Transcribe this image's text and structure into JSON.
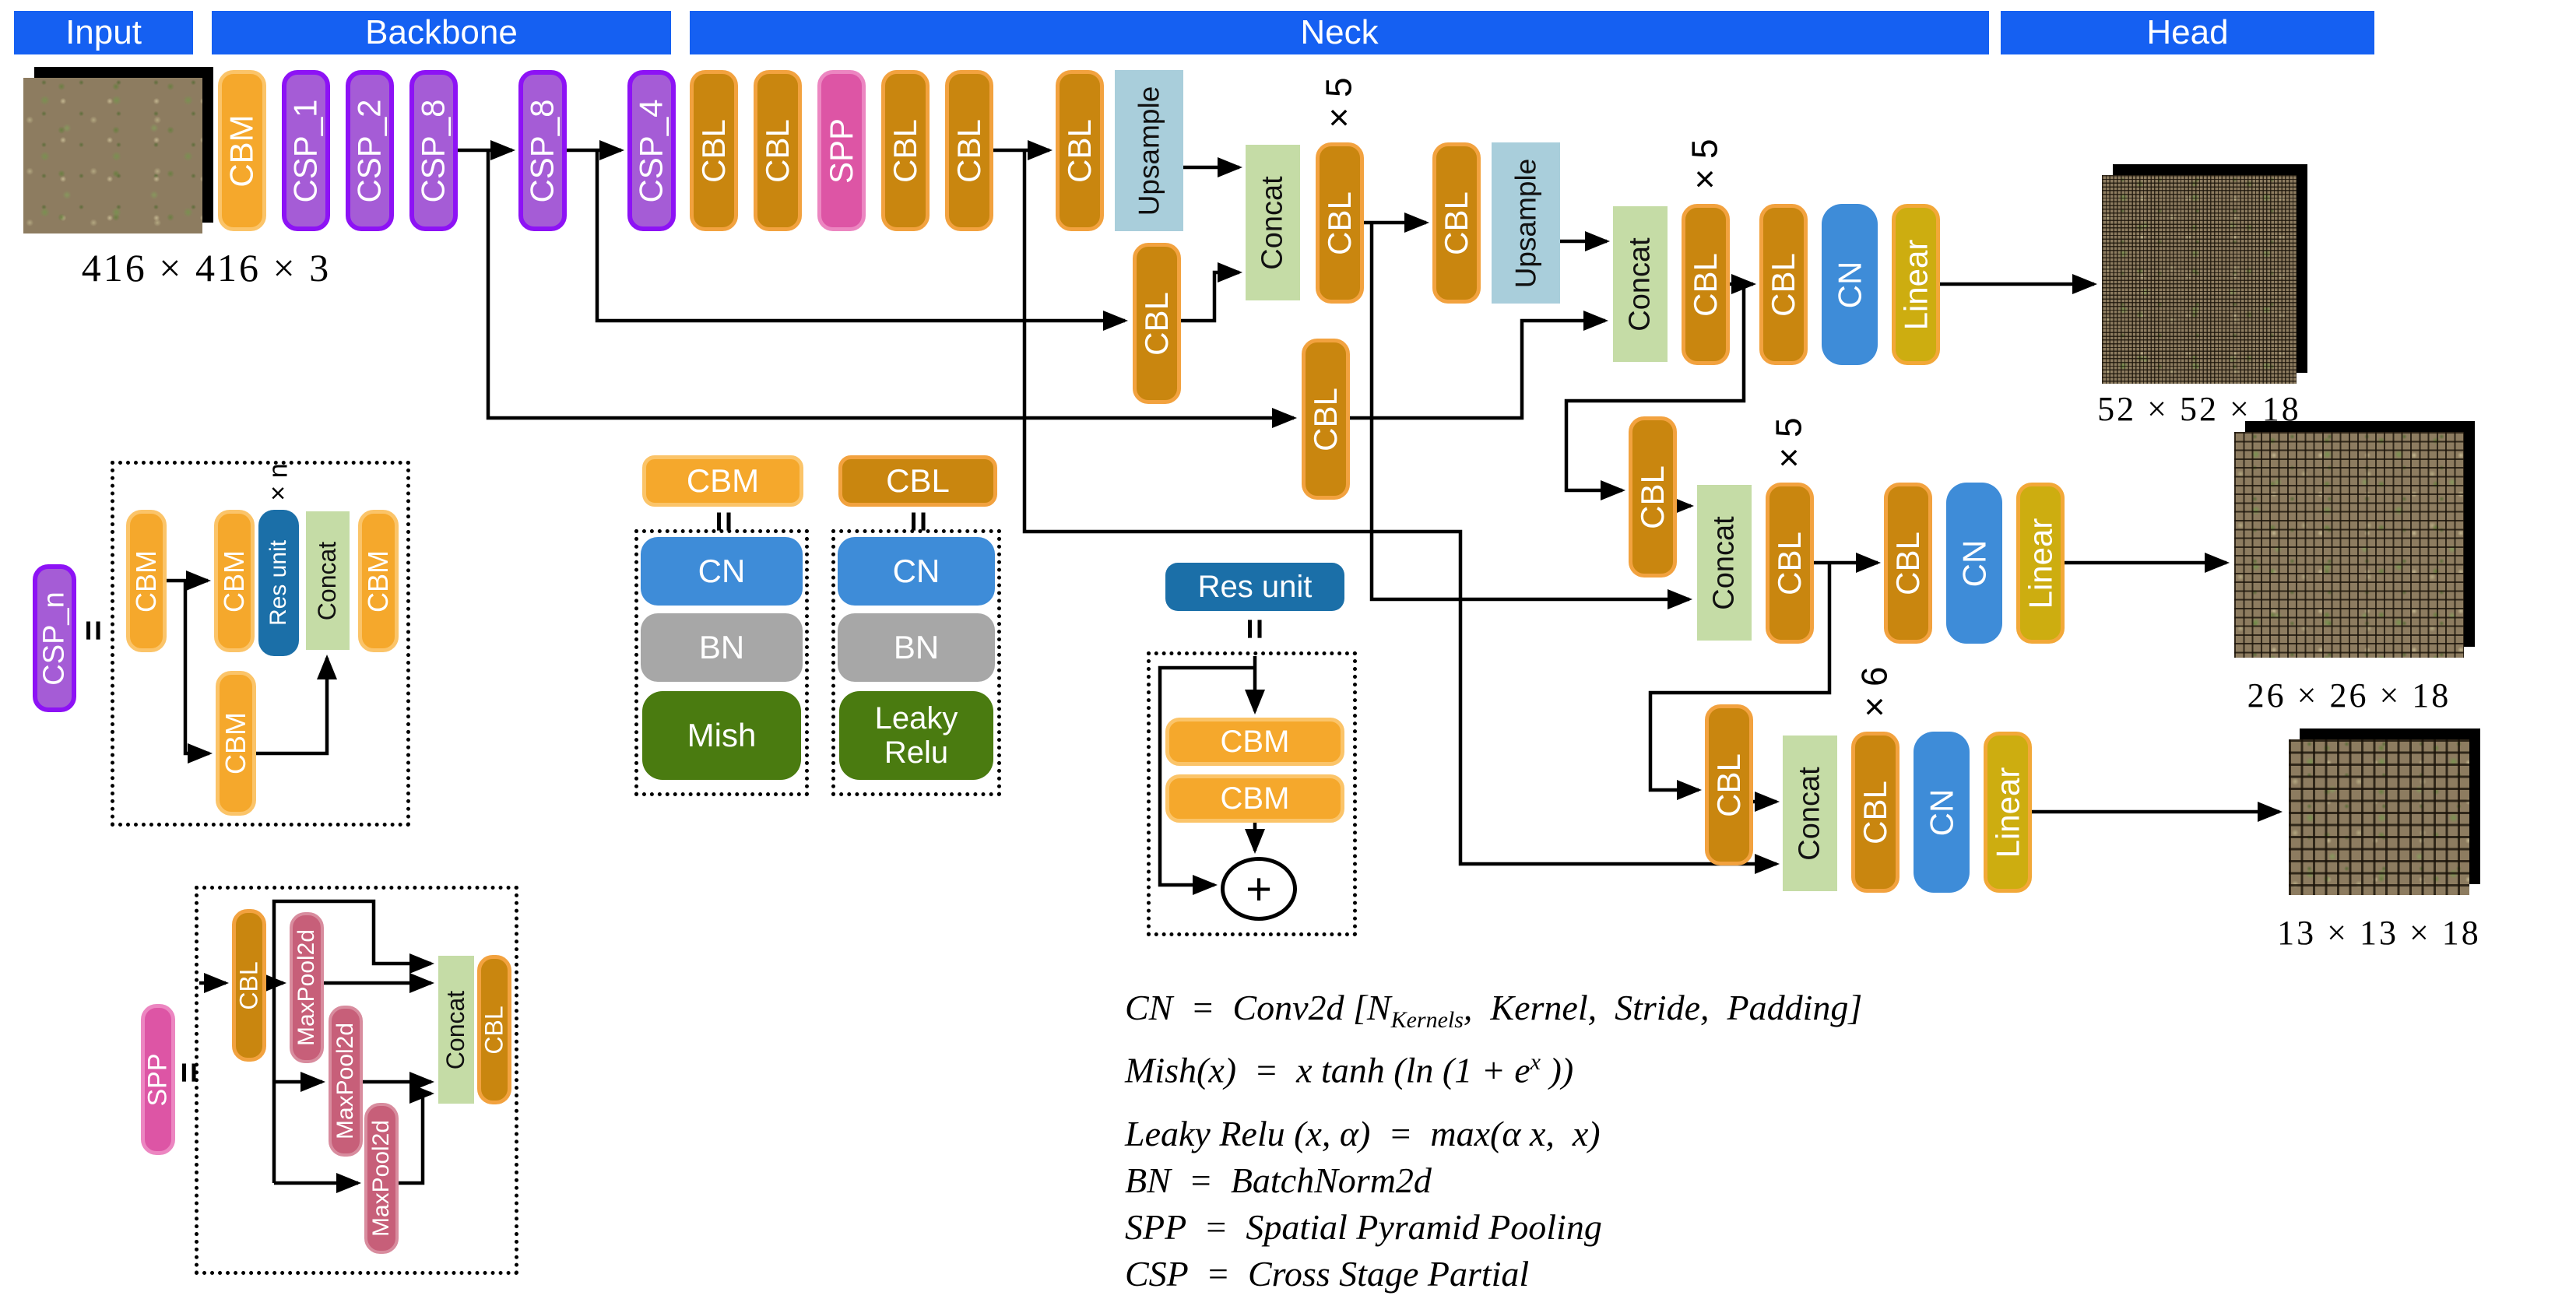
{
  "headers": {
    "input": "Input",
    "backbone": "Backbone",
    "neck": "Neck",
    "head": "Head"
  },
  "blocks": {
    "cbm": "CBM",
    "cbl": "CBL",
    "csp_1": "CSP_1",
    "csp_2": "CSP_2",
    "csp_8": "CSP_8",
    "csp_4": "CSP_4",
    "csp_n": "CSP_n",
    "spp": "SPP",
    "upsample": "Upsample",
    "concat": "Concat",
    "cn": "CN",
    "linear": "Linear",
    "res_unit": "Res unit",
    "maxpool2d": "MaxPool2d",
    "bn": "BN",
    "mish": "Mish",
    "leaky_relu": "Leaky Relu"
  },
  "multipliers": {
    "x5": "× 5",
    "x6": "× 6",
    "xn": "× n"
  },
  "symbols": {
    "equals": "=",
    "plus": "+"
  },
  "captions": {
    "input_size": "416 × 416 × 3",
    "out_52": "52 × 52 × 18",
    "out_26": "26 × 26 × 18",
    "out_13": "13 × 13 × 18"
  },
  "formulas": {
    "cn_pre": "CN  =  Conv2d [N",
    "cn_sub": "Kernels",
    "cn_post": ",  Kernel,  Stride,  Padding]",
    "mish_pre": "Mish(x)  =  x tanh (ln (1 + e",
    "mish_sup": "x",
    "mish_post": " ))",
    "leaky_relu": "Leaky Relu (x, α)  =  max(α x,  x)",
    "bn": "BN  =  BatchNorm2d",
    "spp": "SPP  =  Spatial Pyramid Pooling",
    "csp": "CSP  =  Cross Stage Partial"
  },
  "colors": {
    "header_blue": "#1560f2",
    "cbl_orange": "#c9860f",
    "cbm_orange": "#f5a82c",
    "csp_purple": "#a55cd6",
    "spp_pink": "#dd55a5",
    "maxpool_rose": "#c75f79",
    "upsample_blue": "#a9cedb",
    "concat_green": "#c5dca6",
    "cn_blue": "#3e8cd8",
    "linear_gold": "#cdad10",
    "res_blue": "#1b6fa8",
    "activation_green": "#4a7b10",
    "bn_gray": "#a7a7a7"
  }
}
